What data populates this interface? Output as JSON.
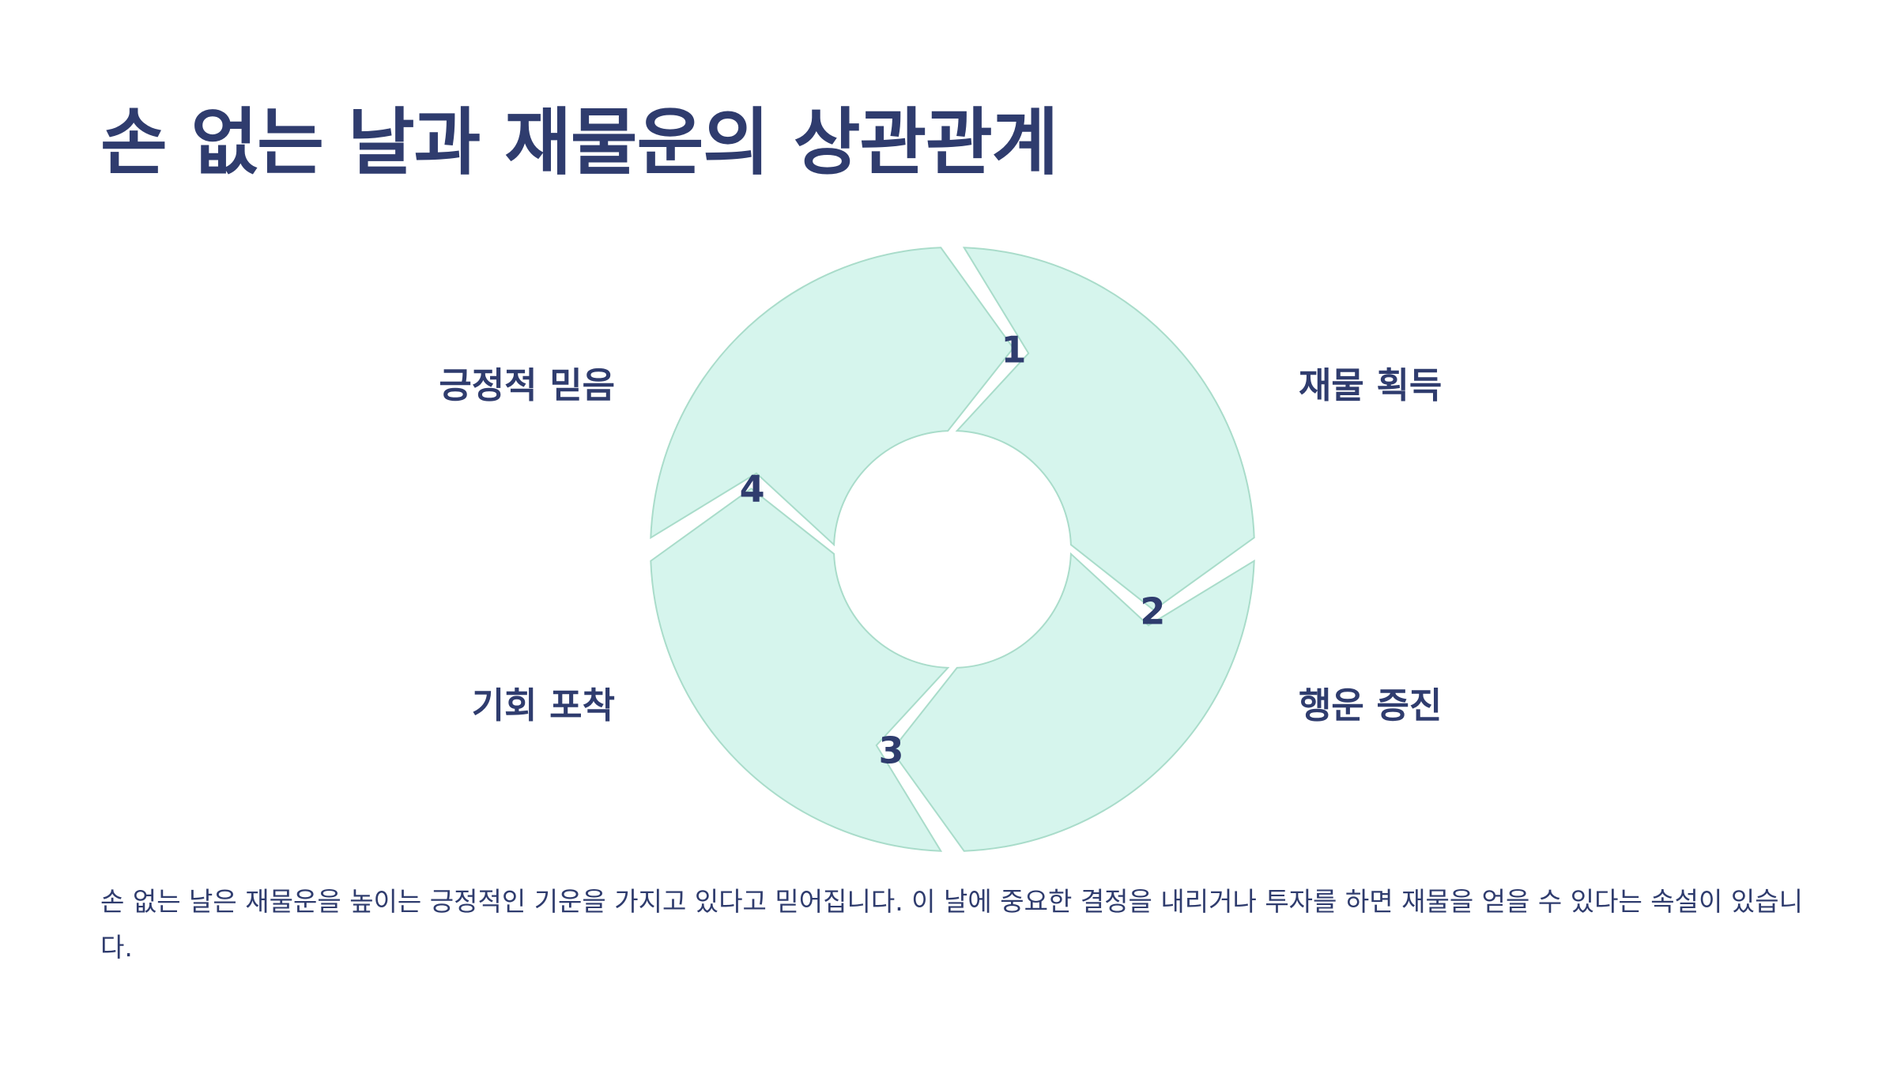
{
  "title": "손 없는 날과 재물운의 상관관계",
  "cycle": {
    "segments": [
      {
        "number": "1",
        "label": "긍정적 믿음"
      },
      {
        "number": "2",
        "label": "재물 획득"
      },
      {
        "number": "3",
        "label": "행운 증진"
      },
      {
        "number": "4",
        "label": "기회 포착"
      }
    ],
    "colors": {
      "fill": "#d6f5ed",
      "stroke": "#a9dcca",
      "text": "#2f3c6e"
    }
  },
  "description": "손 없는 날은 재물운을 높이는 긍정적인 기운을 가지고 있다고 믿어집니다. 이 날에 중요한 결정을 내리거나 투자를 하면 재물을 얻을 수 있다는 속설이 있습니다."
}
